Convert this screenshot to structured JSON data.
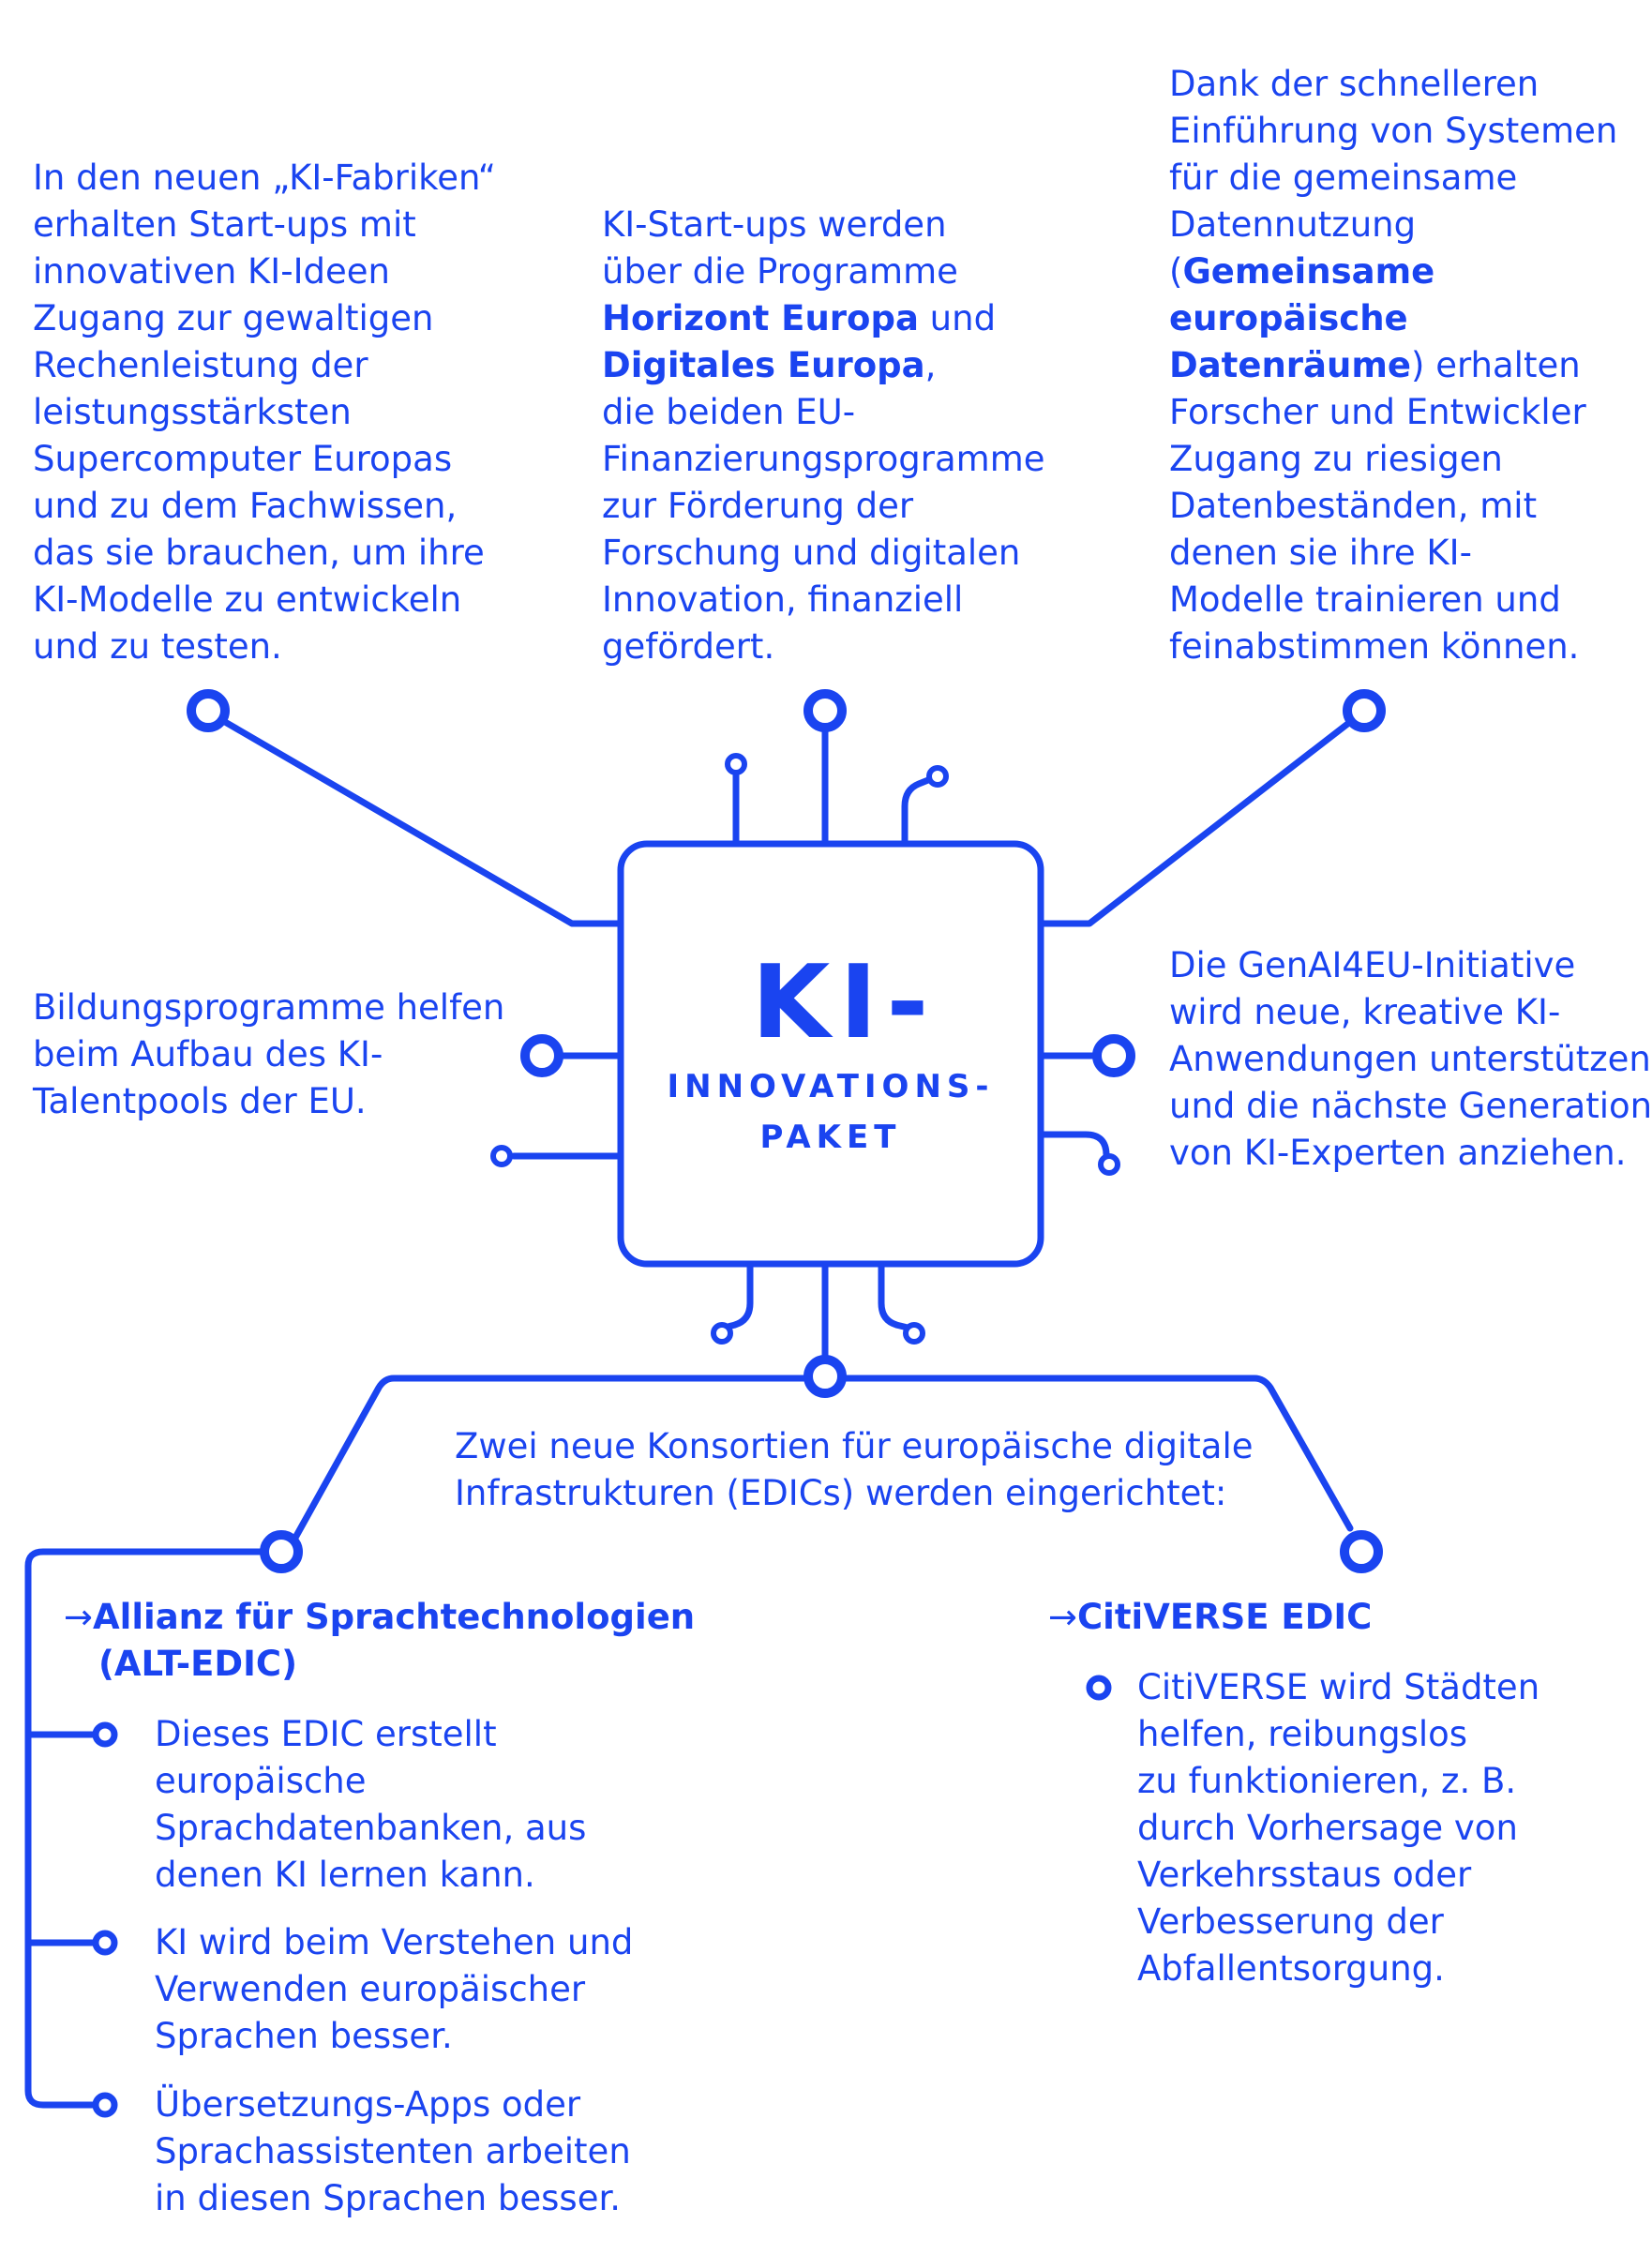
{
  "colors": {
    "accent": "#1a44f0",
    "background": "#ffffff"
  },
  "center": {
    "title_line1": "KI-",
    "title_line2": "INNOVATIONS-",
    "title_line3": "PAKET"
  },
  "top_left": {
    "lines": [
      "In den neuen „KI-Fabriken“",
      "erhalten Start-ups mit",
      "innovativen KI-Ideen",
      "Zugang zur gewaltigen",
      "Rechenleistung der",
      "leistungsstärksten",
      "Supercomputer Europas",
      "und zu dem Fachwissen,",
      "das sie brauchen, um ihre",
      "KI-Modelle zu entwickeln",
      "und zu testen."
    ]
  },
  "top_center": {
    "line1": "KI-Start-ups werden",
    "line2": "über die Programme",
    "bold1": "Horizont Europa",
    "after_bold1": " und",
    "bold2": "Digitales Europa",
    "after_bold2": ",",
    "rest": [
      "die beiden EU-",
      "Finanzierungsprogramme",
      "zur Förderung der",
      "Forschung und digitalen",
      "Innovation, finanziell",
      "gefördert."
    ]
  },
  "top_right": {
    "lead": [
      "Dank der schnelleren",
      "Einführung von Systemen",
      "für die gemeinsame",
      "Datennutzung"
    ],
    "paren_open": "(",
    "bold1": "Gemeinsame",
    "bold2": "europäische",
    "bold3": "Datenräume",
    "after_bold": ") erhalten",
    "rest": [
      "Forscher und Entwickler",
      "Zugang zu riesigen",
      "Datenbeständen, mit",
      "denen sie ihre KI-",
      "Modelle trainieren und",
      "feinabstimmen können."
    ]
  },
  "mid_left": {
    "lines": [
      "Bildungsprogramme helfen",
      "beim Aufbau des KI-",
      "Talentpools der EU."
    ]
  },
  "mid_right": {
    "lines": [
      "Die GenAI4EU-Initiative",
      "wird neue, kreative KI-",
      "Anwendungen unterstützen",
      "und die nächste Generation",
      "von KI-Experten anziehen."
    ]
  },
  "edics": {
    "intro_line1": "Zwei neue Konsortien für europäische digitale",
    "intro_line2": "Infrastrukturen (EDICs) werden eingerichtet:",
    "alt": {
      "arrow": "→",
      "title_line1": "Allianz für Sprachtechnologien",
      "title_line2": "(ALT-EDIC)",
      "items": [
        [
          "Dieses EDIC erstellt",
          "europäische",
          "Sprachdatenbanken, aus",
          "denen KI lernen kann."
        ],
        [
          "KI wird beim Verstehen und",
          "Verwenden europäischer",
          "Sprachen besser."
        ],
        [
          "Übersetzungs-Apps oder",
          "Sprachassistenten arbeiten",
          "in diesen Sprachen besser."
        ]
      ]
    },
    "citiverse": {
      "arrow": "→",
      "title": "CitiVERSE EDIC",
      "item": [
        "CitiVERSE wird Städten",
        "helfen, reibungslos",
        "zu funktionieren, z. B.",
        "durch Vorhersage von",
        "Verkehrsstaus oder",
        "Verbesserung der",
        "Abfallentsorgung."
      ]
    }
  }
}
